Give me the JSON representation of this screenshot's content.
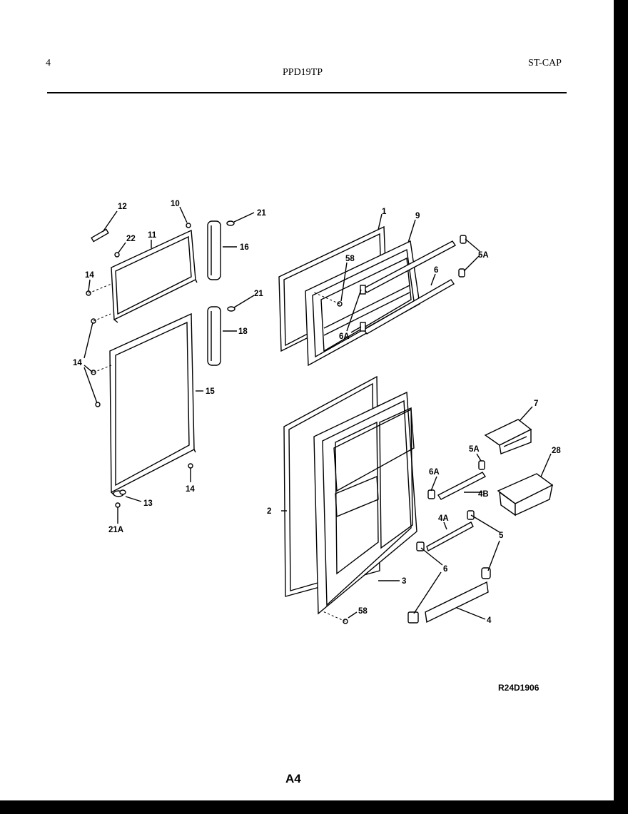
{
  "header": {
    "page_number": "4",
    "model": "PPD19TP",
    "code": "ST-CAP"
  },
  "footer": {
    "reference": "R24D1906",
    "page_label": "A4"
  },
  "callouts": {
    "c1": "1",
    "c2": "2",
    "c3": "3",
    "c4": "4",
    "c4a": "4A",
    "c4b": "4B",
    "c5": "5",
    "c5a_top": "5A",
    "c5a_mid": "5A",
    "c6_bot": "6",
    "c6_top": "6",
    "c6a_mid": "6A",
    "c6a_top": "6A",
    "c7": "7",
    "c9": "9",
    "c10": "10",
    "c11": "11",
    "c12": "12",
    "c13": "13",
    "c14_a": "14",
    "c14_b": "14",
    "c14_c": "14",
    "c15": "15",
    "c16": "16",
    "c18": "18",
    "c21_a": "21",
    "c21_b": "21",
    "c21a": "21A",
    "c22": "22",
    "c28": "28",
    "c58_top": "58",
    "c58_bot": "58"
  }
}
